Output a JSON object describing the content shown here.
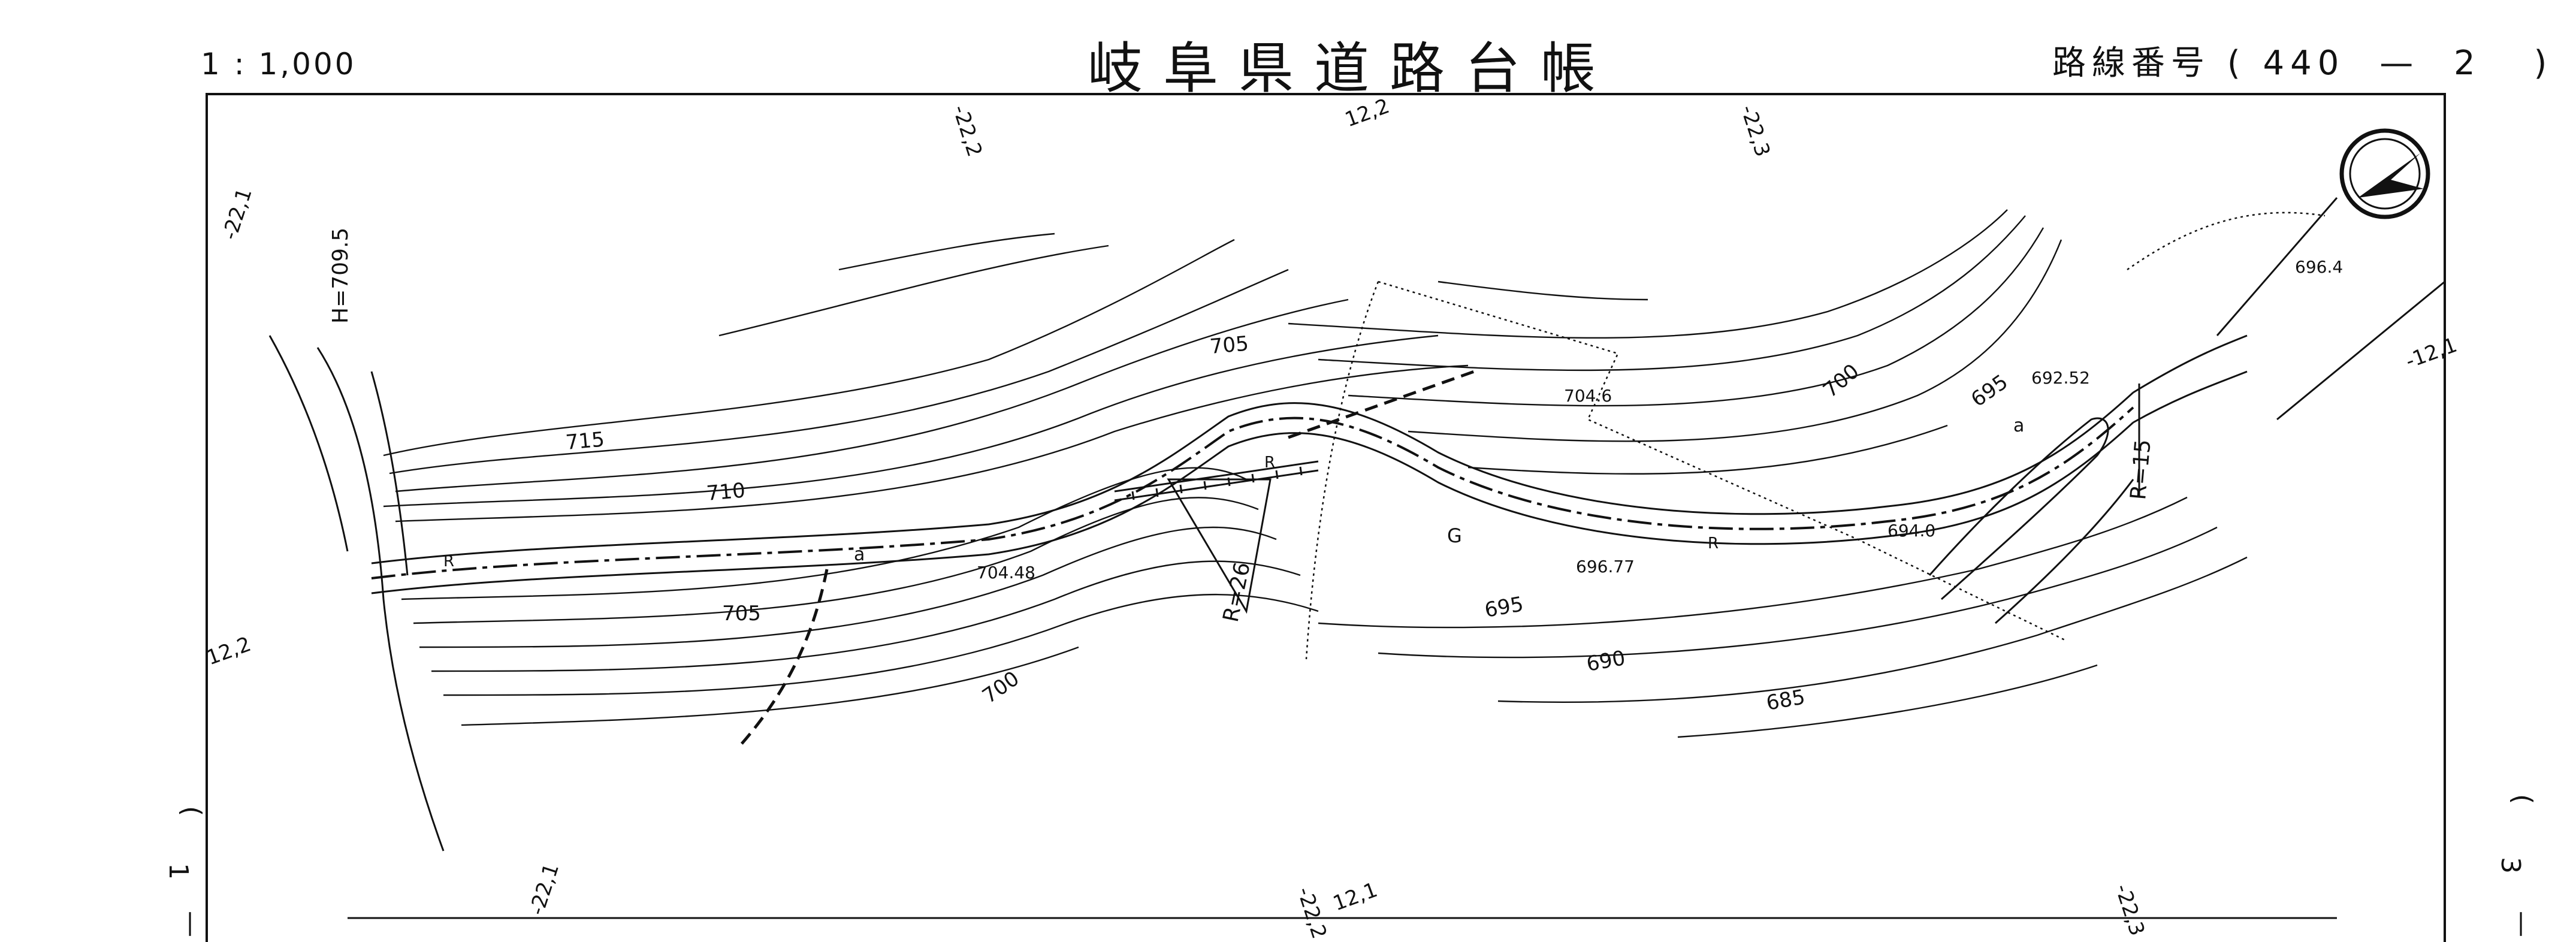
{
  "header": {
    "scale": "1 : 1,000",
    "title": "岐阜県道路台帳",
    "route_label": "路線番号",
    "route_open": "(",
    "route_number": "440",
    "route_dash": "—",
    "route_sheet": "2",
    "route_close": ")"
  },
  "grid_labels": {
    "top_left": "-22,2",
    "top_mid": "12,2",
    "top_right": "-22,3",
    "left_top": "-22,1",
    "left_mid": "12,2",
    "right_mid": "-12,1",
    "bottom_left": "-22,1",
    "bottom_mid_a": "-22,2",
    "bottom_mid_b": "12,1",
    "bottom_right": "-22,3"
  },
  "side_labels": {
    "left_paren": "(",
    "left_number": "1",
    "left_dash": "—",
    "right_paren": "(",
    "right_number": "3",
    "right_dash": "—"
  },
  "contours": {
    "c715": "715",
    "c710": "710",
    "c705_left": "705",
    "c705_top": "705",
    "c700_left": "700",
    "c700_right": "700",
    "c695_mid": "695",
    "c695_right": "695",
    "c690": "690",
    "c685": "685"
  },
  "elevations": {
    "h_left": "H=709.5",
    "p704_48": "704.48",
    "p704_6": "704.6",
    "p696_77": "696.77",
    "p694_0": "694.0",
    "p692_52": "692.52",
    "p696_4": "696.4"
  },
  "curves": {
    "r26": "R=26",
    "r15": "R=15"
  },
  "road_marks": {
    "a_left": "a",
    "a_right": "a",
    "r_left": "R",
    "r_mid": "R",
    "r_right": "R",
    "g": "G"
  },
  "compass": {
    "icon": "north-arrow-icon"
  }
}
